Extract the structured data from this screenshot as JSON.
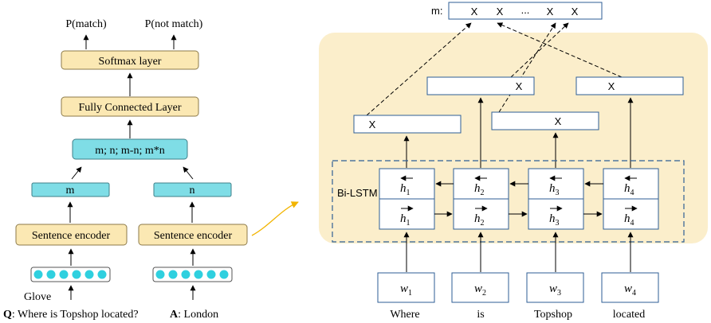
{
  "colors": {
    "yellow_fill": "#fbe8b3",
    "yellow_stroke": "#8c7a4a",
    "cyan_fill": "#7fdde6",
    "cyan_stroke": "#3f7f88",
    "dot_fill": "#2fd0df",
    "panel_fill": "#fbeecb",
    "blue_stroke": "#2e5e95",
    "curved_arrow": "#f2b400",
    "text": "#000000"
  },
  "left": {
    "p_match": "P(match)",
    "p_not_match": "P(not match)",
    "softmax": "Softmax layer",
    "fc": "Fully Connected Layer",
    "combine": "m; n; m-n; m*n",
    "m_label": "m",
    "n_label": "n",
    "encoder_left": "Sentence encoder",
    "encoder_right": "Sentence encoder",
    "glove": "Glove",
    "q_prefix": "Q",
    "q_text": ": Where is Topshop located?",
    "a_prefix": "A",
    "a_text": ": London"
  },
  "right": {
    "m_title": "m:",
    "top_cells": [
      "X",
      "X",
      "...",
      "X",
      "X"
    ],
    "x_boxes": [
      "X",
      "X",
      "X",
      "X"
    ],
    "bilstm_label": "Bi-LSTM",
    "h_back": [
      "h1",
      "h2",
      "h3",
      "h4"
    ],
    "h_fwd": [
      "h1",
      "h2",
      "h3",
      "h4"
    ],
    "w_symbols": [
      "w",
      "w",
      "w",
      "w"
    ],
    "w_subscripts": [
      "1",
      "2",
      "3",
      "4"
    ],
    "words": [
      "Where",
      "is",
      "Topshop",
      "located"
    ]
  }
}
